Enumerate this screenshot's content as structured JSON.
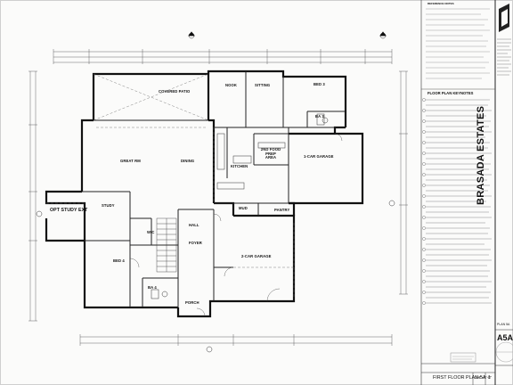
{
  "sheet": {
    "reference_notes_title": "REFERENCE NOTES",
    "keynotes_title": "FLOOR PLAN KEYNOTES",
    "drawing_title": "FIRST FLOOR PLAN-5A",
    "scale": "1/4\"=1'-0\"",
    "view_number": "1",
    "project_name": "BRASADA ESTATES",
    "sheet_number": "A5A",
    "plan_label": "PLAN 5A"
  },
  "rooms": {
    "covered_patio": "COVERED PATIO",
    "nook": "NOOK",
    "sitting": "SITTING",
    "bed3": "BED 3",
    "ba3": "BA 3",
    "great_rm": "GREAT RM",
    "dining": "DINING",
    "kitchen": "KITCHEN",
    "prep_area": "2ND FOOD PREP AREA",
    "one_car_garage": "1-CAR GARAGE",
    "opt_study_ext": "OPT STUDY EXT",
    "study": "STUDY",
    "wic": "WIC",
    "bed4": "BED 4",
    "ba4": "BA 4",
    "hall": "HALL",
    "foyer": "FOYER",
    "two_car_garage": "2-CAR GARAGE",
    "mud": "MUD",
    "pantry": "PANTRY",
    "porch": "PORCH"
  }
}
